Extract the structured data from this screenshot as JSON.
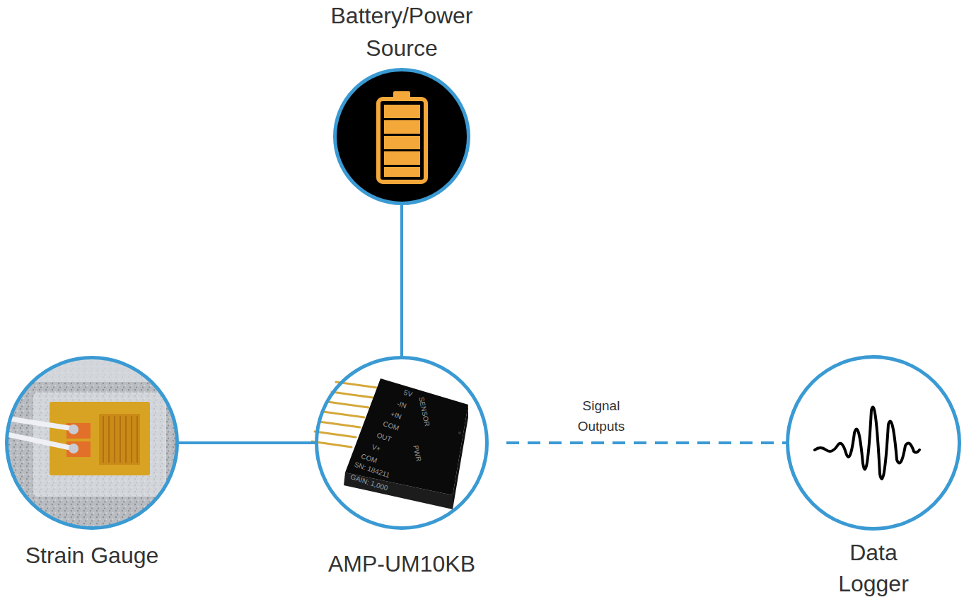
{
  "diagram": {
    "nodes": [
      {
        "text": [
          "Battery/Power Source"
        ]
      },
      {
        "text": [
          "Strain Gauge"
        ]
      },
      {
        "text": [
          "AMP-UM10KB"
        ]
      },
      {
        "text": [
          "Data Logger"
        ]
      }
    ],
    "edges": [
      {
        "from": 0,
        "to": 2,
        "arrow": "none"
      },
      {
        "from": 1,
        "to": 2,
        "arrow": "none"
      },
      {
        "from": 2,
        "to": 3,
        "label": "Signal Outputs",
        "arrow": "none"
      }
    ],
    "labels": [
      "5V",
      "-IN",
      "+IN",
      "COM",
      "OUT",
      "V+",
      "COM",
      "SENSOR",
      "PWR",
      "SN: 184211",
      "GAIN: 1,000"
    ]
  }
}
